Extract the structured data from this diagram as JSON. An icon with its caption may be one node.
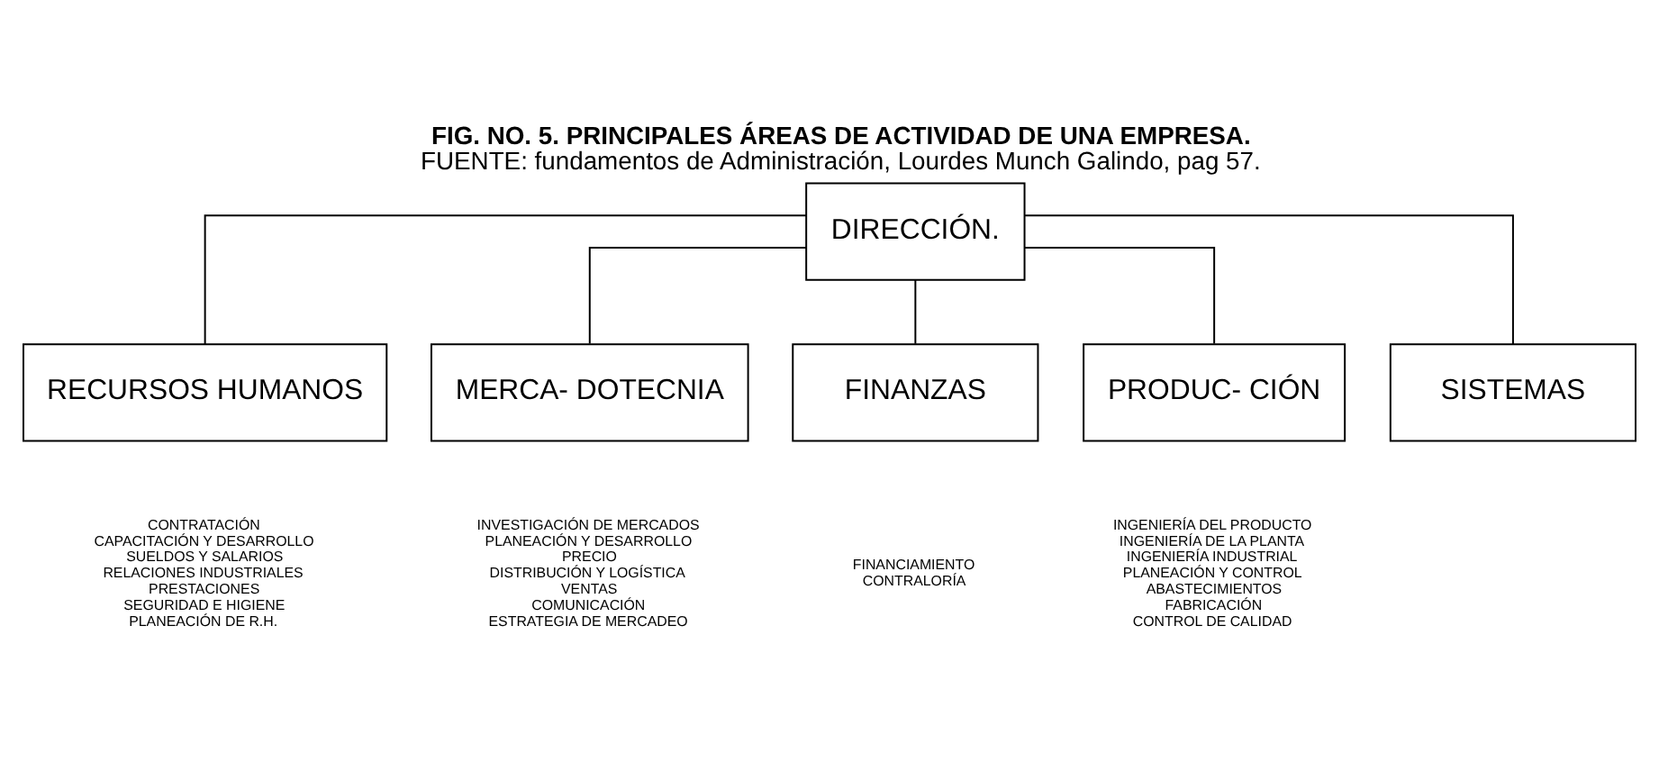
{
  "diagram": {
    "title": "FIG. NO. 5. PRINCIPALES ÁREAS DE ACTIVIDAD DE UNA EMPRESA.",
    "caption": "FUENTE: fundamentos de Administración, Lourdes Munch Galindo, pag 57.",
    "nodes": [
      {
        "text": [
          "DIRECCIÓN."
        ]
      },
      {
        "text": [
          "RECURSOS HUMANOS"
        ],
        "beside": [
          "CONTRATACIÓN",
          "CAPACITACIÓN Y DESARROLLO",
          "SUELDOS Y SALARIOS",
          "RELACIONES INDUSTRIALES",
          "PRESTACIONES",
          "SEGURIDAD E HIGIENE",
          "PLANEACIÓN DE R.H."
        ]
      },
      {
        "text": [
          "MERCA- DOTECNIA"
        ],
        "beside": [
          "INVESTIGACIÓN DE MERCADOS",
          "PLANEACIÓN Y DESARROLLO",
          "PRECIO",
          "DISTRIBUCIÓN Y LOGÍSTICA",
          "VENTAS",
          "COMUNICACIÓN",
          "ESTRATEGIA DE MERCADEO"
        ]
      },
      {
        "text": [
          "FINANZAS"
        ],
        "beside": [
          "FINANCIAMIENTO",
          "CONTRALORÍA"
        ]
      },
      {
        "text": [
          "PRODUC- CIÓN"
        ],
        "beside": [
          "INGENIERÍA DEL PRODUCTO",
          "INGENIERÍA DE LA PLANTA",
          "INGENIERÍA INDUSTRIAL",
          "PLANEACIÓN Y CONTROL",
          "ABASTECIMIENTOS",
          "FABRICACIÓN",
          "CONTROL DE CALIDAD"
        ]
      },
      {
        "text": [
          "SISTEMAS"
        ]
      }
    ],
    "edges": [
      {
        "from": 0,
        "to": 1,
        "arrow": "none"
      },
      {
        "from": 0,
        "to": 2,
        "arrow": "none"
      },
      {
        "from": 0,
        "to": 3,
        "arrow": "none"
      },
      {
        "from": 0,
        "to": 4,
        "arrow": "none"
      },
      {
        "from": 0,
        "to": 5,
        "arrow": "none"
      }
    ]
  }
}
